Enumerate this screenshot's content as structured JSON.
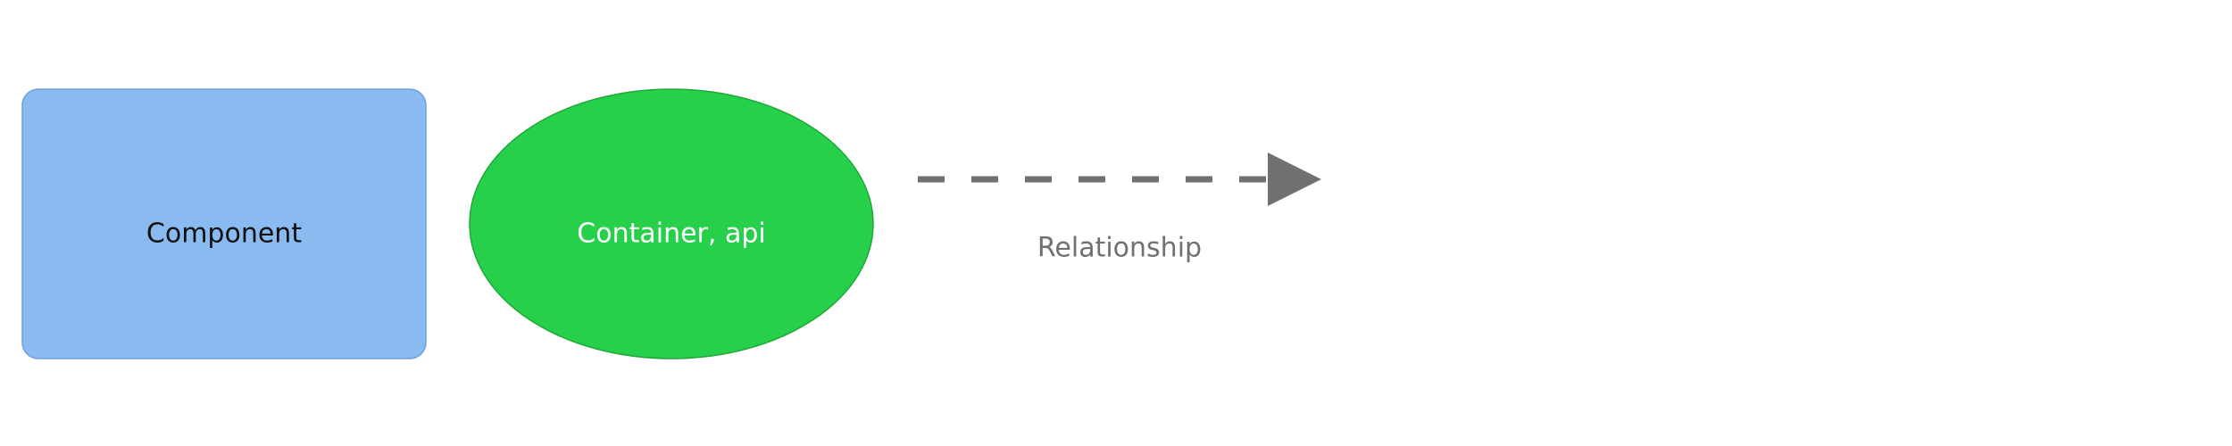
{
  "diagram": {
    "nodes": [
      {
        "id": "component",
        "label": "Component",
        "shape": "rounded-rectangle",
        "fill": "#89BBF1",
        "stroke": "#6F9FD8",
        "text_color": "#111111"
      },
      {
        "id": "container-api",
        "label": "Container, api",
        "shape": "ellipse",
        "fill": "#26D04A",
        "stroke": "#1FA83B",
        "text_color": "#FFFFFF"
      }
    ],
    "edges": [
      {
        "id": "relationship",
        "label": "Relationship",
        "style": "dashed",
        "stroke": "#707070",
        "text_color": "#707070"
      }
    ]
  }
}
